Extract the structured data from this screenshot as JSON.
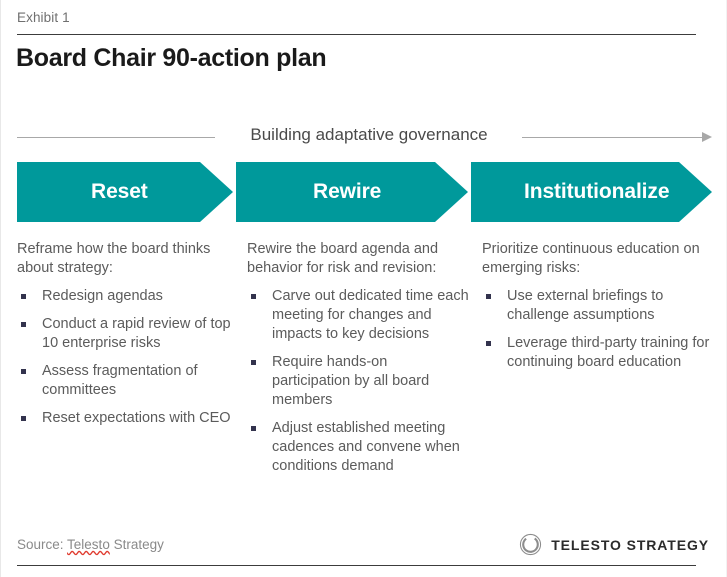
{
  "header": {
    "exhibit_label": "Exhibit 1",
    "title": "Board Chair 90-action plan"
  },
  "band": {
    "label": "Building adaptative governance",
    "arrow_icon": "arrow-right-icon",
    "line_color": "#a8a8a8"
  },
  "theme": {
    "accent": "#00999b",
    "rule": "#3c3c3c",
    "body_text": "#5b5b5b",
    "bullet_marker": "#33334d"
  },
  "phases": [
    {
      "chevron_label": "Reset",
      "intro": "Reframe how the board thinks about strategy:",
      "bullets": [
        "Redesign agendas",
        "Conduct a rapid review of top 10 enterprise risks",
        "Assess fragmentation of committees",
        "Reset expectations with CEO"
      ]
    },
    {
      "chevron_label": "Rewire",
      "intro": "Rewire the board agenda and behavior for risk and revision:",
      "bullets": [
        "Carve out dedicated time each meeting for changes and impacts to key decisions",
        "Require hands-on participation by all board members",
        "Adjust established meeting cadences and convene when conditions demand"
      ]
    },
    {
      "chevron_label": "Institutionalize",
      "intro": "Prioritize continuous education on emerging risks:",
      "bullets": [
        "Use external briefings to challenge assumptions",
        "Leverage third-party training for continuing board education"
      ]
    }
  ],
  "footer": {
    "source_prefix": "Source: ",
    "source_misspelled_word": "Telesto",
    "source_suffix": " Strategy",
    "logo_text": "TELESTO STRATEGY",
    "logo_mark_icon": "ring-circle-icon"
  }
}
